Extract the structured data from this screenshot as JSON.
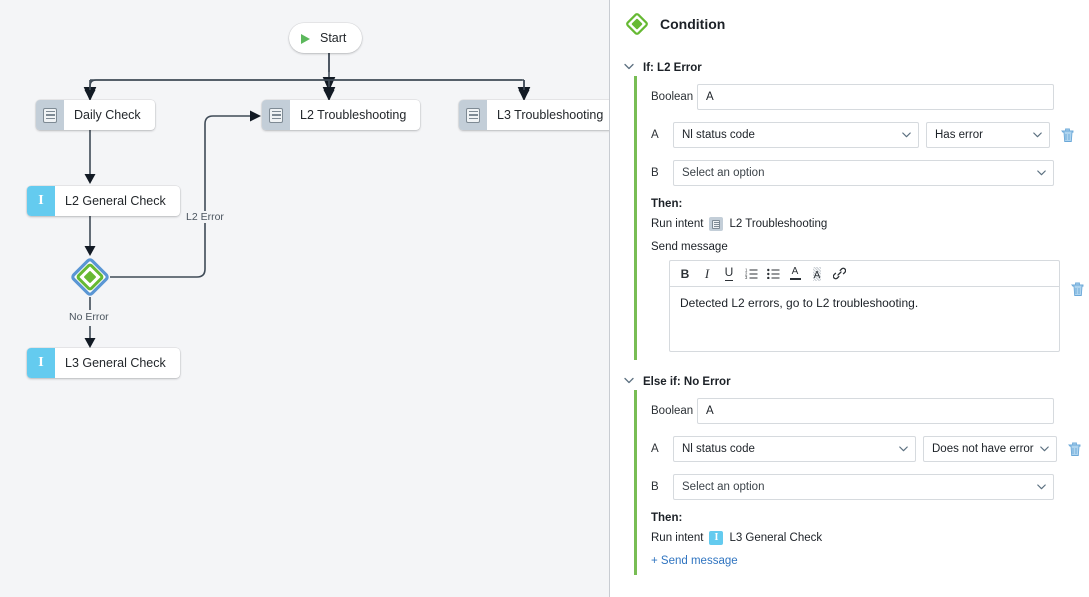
{
  "canvas": {
    "nodes": [
      {
        "id": "start",
        "label": "Start",
        "type": "start",
        "icon": "play-icon"
      },
      {
        "id": "daily-check",
        "label": "Daily Check",
        "type": "flow",
        "icon": "flow-icon"
      },
      {
        "id": "l2-troubleshooting",
        "label": "L2 Troubleshooting",
        "type": "flow",
        "icon": "flow-icon"
      },
      {
        "id": "l3-troubleshooting",
        "label": "L3 Troubleshooting",
        "type": "flow",
        "icon": "flow-icon"
      },
      {
        "id": "l2-general-check",
        "label": "L2 General Check",
        "type": "intent",
        "icon": "intent-icon"
      },
      {
        "id": "l3-general-check",
        "label": "L3 General Check",
        "type": "intent",
        "icon": "intent-icon"
      },
      {
        "id": "condition",
        "label": "",
        "type": "condition",
        "icon": "condition-diamond-icon"
      }
    ],
    "edge_labels": [
      {
        "id": "l2-error",
        "text": "L2 Error"
      },
      {
        "id": "no-error",
        "text": "No Error"
      }
    ]
  },
  "panel": {
    "title": "Condition",
    "icon": "condition-diamond-icon",
    "branches": [
      {
        "id": "if-l2-error",
        "title": "If: L2 Error",
        "chevron": "chevron-down-icon",
        "boolean_label": "Boolean",
        "boolean_value": "A",
        "operand_a_label": "A",
        "operand_a_value": "Nl status code",
        "operator_value": "Has error",
        "operand_b_label": "B",
        "operand_b_value": "Select an option",
        "then_label": "Then:",
        "run_intent_prefix": "Run intent",
        "run_intent_target": "L2 Troubleshooting",
        "run_intent_icon": "flow-icon",
        "send_message_label": "Send message",
        "message_text": "Detected L2 errors, go to L2 troubleshooting.",
        "toolbar": [
          {
            "id": "bold",
            "glyph": "B",
            "icon": "bold-icon"
          },
          {
            "id": "italic",
            "glyph": "I",
            "icon": "italic-icon"
          },
          {
            "id": "underline",
            "glyph": "U",
            "icon": "underline-icon"
          },
          {
            "id": "ordered-list",
            "glyph": "",
            "icon": "ordered-list-icon"
          },
          {
            "id": "bullet-list",
            "glyph": "",
            "icon": "bullet-list-icon"
          },
          {
            "id": "text-color",
            "glyph": "A",
            "icon": "text-color-icon"
          },
          {
            "id": "highlight",
            "glyph": "A",
            "icon": "highlight-icon"
          },
          {
            "id": "link",
            "glyph": "",
            "icon": "link-icon"
          }
        ],
        "delete_icon": "trash-icon"
      },
      {
        "id": "else-if-no-error",
        "title": "Else if: No Error",
        "chevron": "chevron-down-icon",
        "boolean_label": "Boolean",
        "boolean_value": "A",
        "operand_a_label": "A",
        "operand_a_value": "Nl status code",
        "operator_value": "Does not have error",
        "operand_b_label": "B",
        "operand_b_value": "Select an option",
        "then_label": "Then:",
        "run_intent_prefix": "Run intent",
        "run_intent_target": "L3 General Check",
        "run_intent_icon": "intent-icon",
        "add_send_message_label": "+ Send message",
        "delete_icon": "trash-icon"
      }
    ]
  },
  "colors": {
    "canvas_bg": "#f4f5f7",
    "branch_accent": "#78bd54",
    "condition_green": "#66b933",
    "condition_blue": "#5a96d4",
    "intent_blue": "#64cbef",
    "flow_gray": "#c3ced8",
    "start_green": "#5cb85c",
    "link_blue": "#2f74c0",
    "trash_blue": "#86b9e0",
    "connector": "#3f4b57"
  }
}
